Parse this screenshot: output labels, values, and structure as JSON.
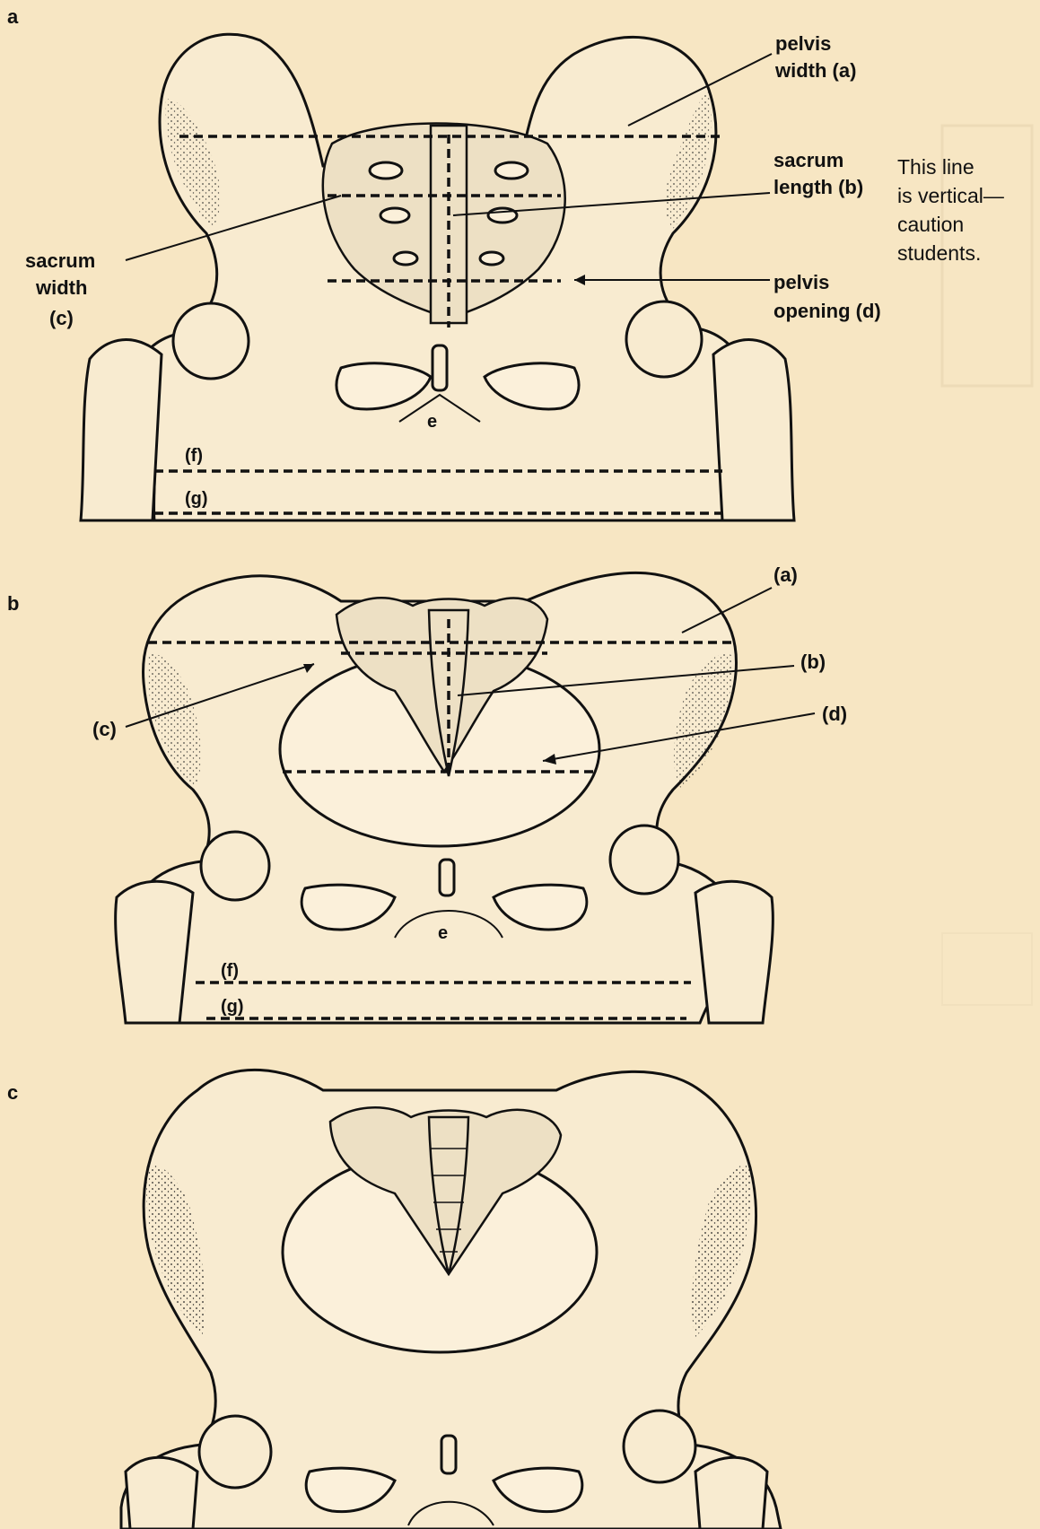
{
  "panels": {
    "a": {
      "letter": "a",
      "labels": {
        "pelvis_width_l1": "pelvis",
        "pelvis_width_l2": "width (a)",
        "sacrum_length_l1": "sacrum",
        "sacrum_length_l2": "length (b)",
        "sacrum_width_l1": "sacrum",
        "sacrum_width_l2": "width",
        "sacrum_width_l3": "(c)",
        "pelvis_opening_l1": "pelvis",
        "pelvis_opening_l2": "opening (d)",
        "e": "e",
        "f": "(f)",
        "g": "(g)"
      },
      "note": {
        "l1": "This line",
        "l2": "is vertical—",
        "l3": "caution",
        "l4": "students."
      }
    },
    "b": {
      "letter": "b",
      "labels": {
        "a": "(a)",
        "b": "(b)",
        "c": "(c)",
        "d": "(d)",
        "e": "e",
        "f": "(f)",
        "g": "(g)"
      }
    },
    "c": {
      "letter": "c"
    }
  },
  "colors": {
    "paper": "#f7e6c3",
    "ink": "#111111",
    "bone_fill": "#f8ebd0"
  }
}
